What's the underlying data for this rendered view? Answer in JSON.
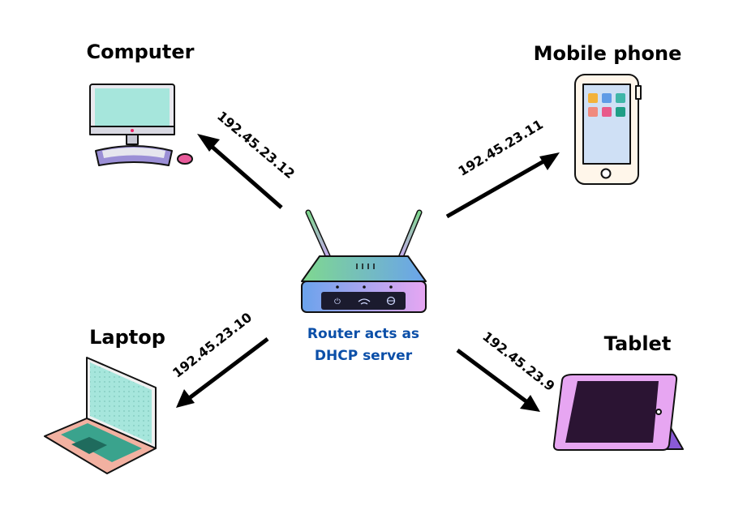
{
  "devices": {
    "computer": {
      "label": "Computer",
      "ip": "192.45.23.12"
    },
    "mobile": {
      "label": "Mobile phone",
      "ip": "192.45.23.11"
    },
    "laptop": {
      "label": "Laptop",
      "ip": "192.45.23.10"
    },
    "tablet": {
      "label": "Tablet",
      "ip": "192.45.23.9"
    }
  },
  "router": {
    "caption_line1": "Router acts as",
    "caption_line2": "DHCP server"
  },
  "colors": {
    "arrow": "#000000",
    "caption": "#0b4fa8",
    "screen_teal": "#a6e6dc",
    "router_green": "#74d39a",
    "router_blue": "#6aa3ec",
    "tablet_purple": "#e7a6f2",
    "laptop_pink": "#f2b1a1"
  },
  "icons": [
    "computer-icon",
    "mobile-phone-icon",
    "laptop-icon",
    "tablet-icon",
    "router-icon"
  ]
}
